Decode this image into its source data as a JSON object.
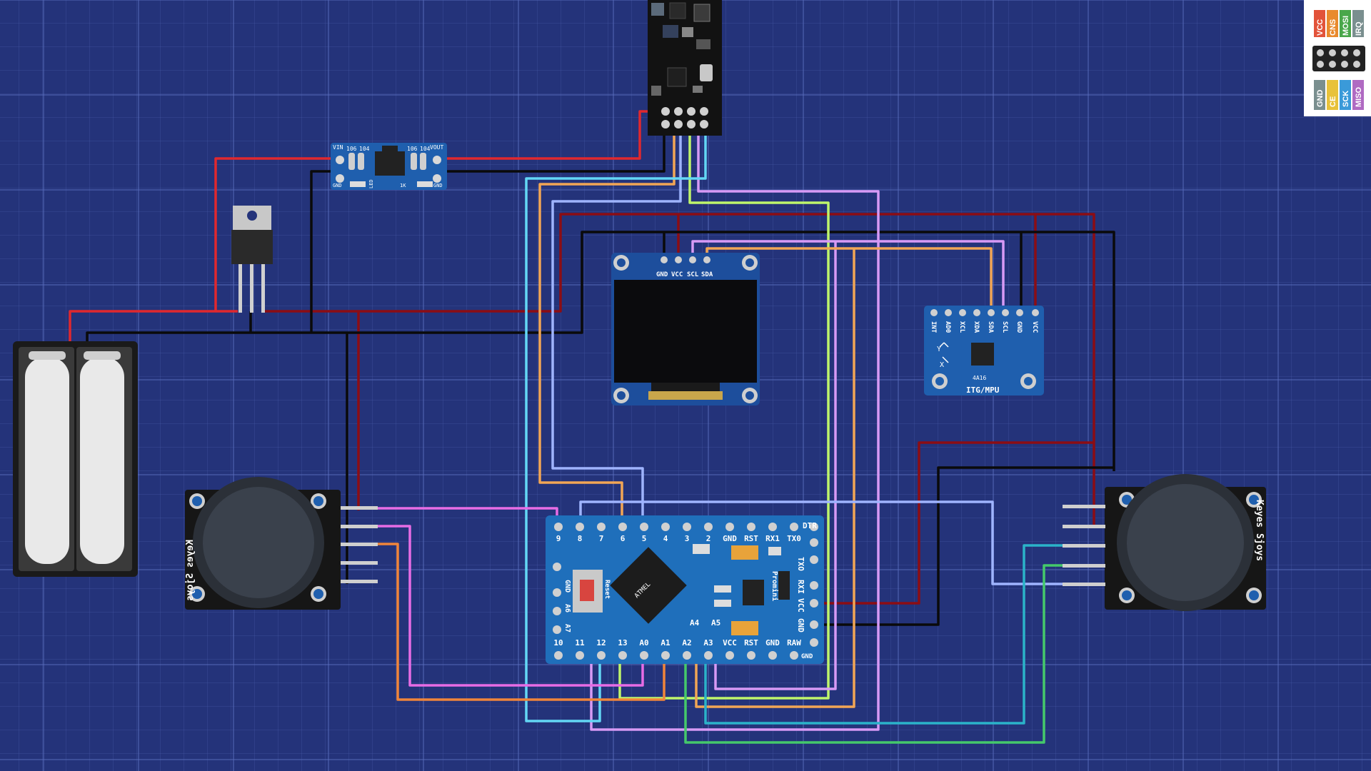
{
  "pinout_legend": {
    "top_row": [
      "VCC",
      "CNS",
      "MOSI",
      "IRQ"
    ],
    "bottom_row": [
      "GND",
      "CE",
      "SCK",
      "MISO"
    ],
    "colors": [
      "#e2533a",
      "#e98a2d",
      "#49a74a",
      "#7a8f8f"
    ],
    "bottom_colors": [
      "#7a8f8f",
      "#e8c23a",
      "#3a9ad9",
      "#b06ac2"
    ]
  },
  "regulator_board": {
    "top_labels": [
      "VIN",
      "106",
      "104",
      "106",
      "104",
      "VOUT"
    ],
    "bottom_labels": [
      "GND",
      "LED",
      "1K",
      "GND"
    ]
  },
  "oled": {
    "pin_labels": [
      "GND",
      "VCC",
      "SCL",
      "SDA"
    ]
  },
  "mpu": {
    "pin_labels": [
      "INT",
      "AD0",
      "XCL",
      "XDA",
      "SDA",
      "SCL",
      "GND",
      "VCC"
    ],
    "name": "ITG/MPU",
    "chip": "4A16",
    "axis_y": "Y",
    "axis_x": "X"
  },
  "arduino": {
    "top_pins": [
      "9",
      "8",
      "7",
      "6",
      "5",
      "4",
      "3",
      "2",
      "GND",
      "RST",
      "RX1",
      "TX0"
    ],
    "dtr": "DTR",
    "bottom_pins": [
      "10",
      "11",
      "12",
      "13",
      "A0",
      "A1",
      "A2",
      "A3",
      "VCC",
      "RST",
      "GND",
      "RAW"
    ],
    "right_labels": [
      "TXO",
      "RXI",
      "VCC",
      "GND"
    ],
    "side_labels": [
      "A4",
      "A5"
    ],
    "left_labels": [
      "GND",
      "A6",
      "A7"
    ],
    "reset_label": "Reset",
    "promini_label": "Promini",
    "gnd_corner": "GND",
    "chip_text": "ATMEL"
  },
  "joystick_left": {
    "label": "Keyes Sjoys"
  },
  "joystick_right": {
    "label": "Keyes Sjoys"
  },
  "wire_colors": {
    "red": "#e0282e",
    "darkred": "#8b0d14",
    "black": "#0a0a0a",
    "orange": "#f2a655",
    "lightblue": "#9fb4ff",
    "cyan": "#63d7f5",
    "lime": "#bff56b",
    "violet": "#d79af5",
    "magenta": "#e76ce5",
    "orange2": "#f0853a",
    "teal": "#2bb3c9",
    "green": "#45c96b"
  }
}
